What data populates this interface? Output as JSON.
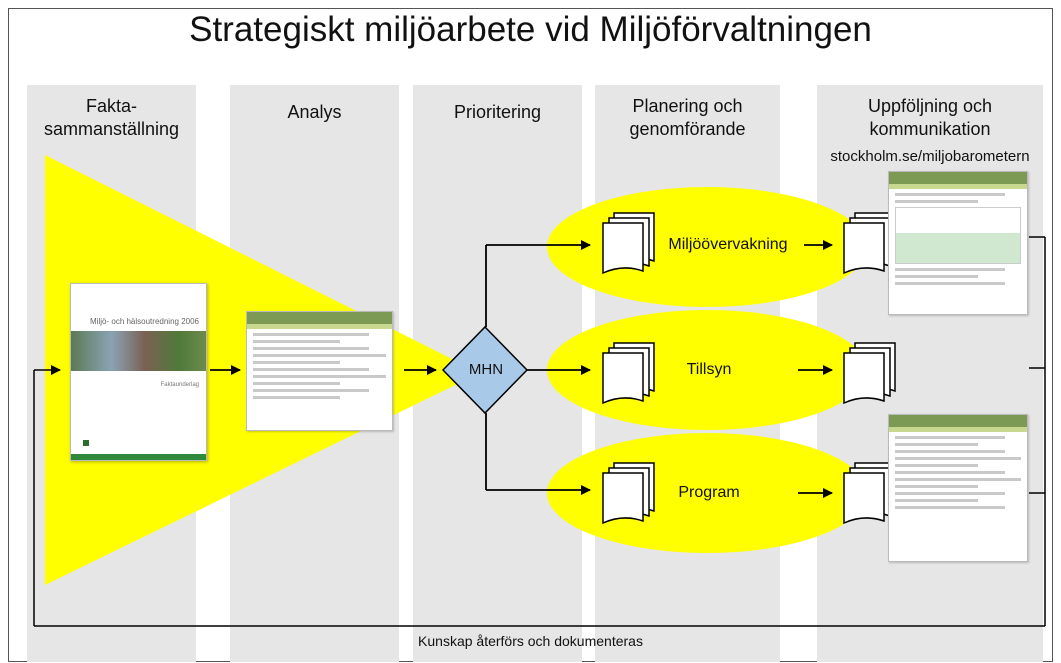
{
  "title": "Strategiskt miljöarbete vid Miljöförvaltningen",
  "columns": [
    {
      "line1": "Fakta-",
      "line2": "sammanställning"
    },
    {
      "line1": "Analys",
      "line2": ""
    },
    {
      "line1": "Prioritering",
      "line2": ""
    },
    {
      "line1": "Planering och",
      "line2": "genomförande"
    },
    {
      "line1": "Uppföljning och",
      "line2": "kommunikation"
    }
  ],
  "url": "stockholm.se/miljobarometern",
  "decision_node": "MHN",
  "outputs": [
    "Miljöövervakning",
    "Tillsyn",
    "Program"
  ],
  "report": {
    "title": "Miljö- och hälsoutredning 2006",
    "subtitle": "Faktaunderlag"
  },
  "footer": "Kunskap återförs och dokumenteras",
  "colors": {
    "funnel": "#ffff00",
    "ellipse": "#ffff00",
    "decision": "#a9c9e8",
    "column_bg": "#e6e6e6"
  }
}
